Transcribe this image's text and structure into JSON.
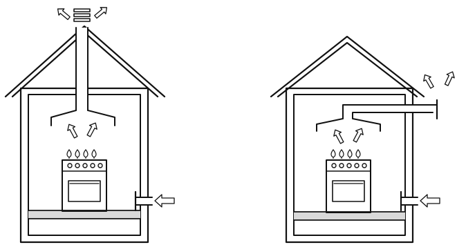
{
  "diagram": {
    "panels": [
      {
        "id": "vertical-roof-vent",
        "exhaust": "ceiling",
        "exhaust_direction": "up"
      },
      {
        "id": "horizontal-wall-vent",
        "exhaust": "side wall",
        "exhaust_direction": "sideways"
      }
    ],
    "colors": {
      "line": "#111111",
      "background": "#ffffff",
      "floor_shade": "#d9d9d9"
    },
    "icons": [
      "stove-icon",
      "flame-icon",
      "range-hood-icon",
      "duct-icon",
      "airflow-arrow-icon",
      "intake-arrow-icon",
      "roof-cap-icon"
    ]
  }
}
